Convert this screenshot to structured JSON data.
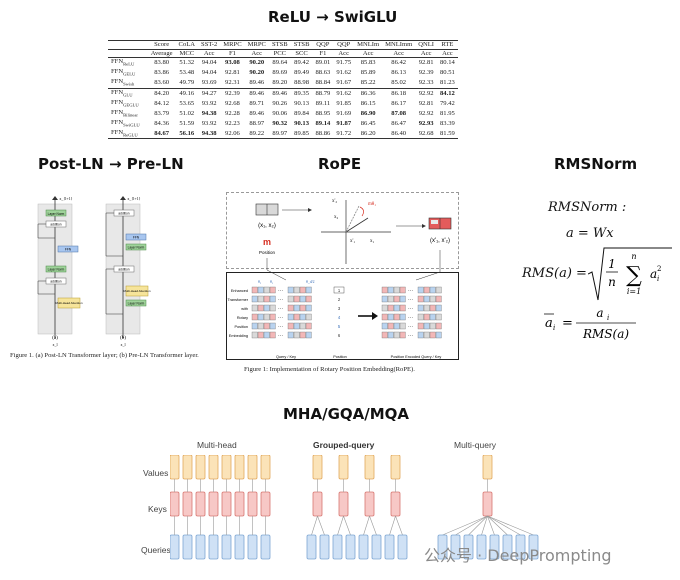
{
  "headers": {
    "relu": "ReLU → SwiGLU",
    "postln": "Post-LN → Pre-LN",
    "rope": "RoPE",
    "rmsnorm": "RMSNorm",
    "mha": "MHA/GQA/MQA"
  },
  "glu_table": {
    "columns": [
      {
        "l1": "",
        "l2": ""
      },
      {
        "l1": "Score",
        "l2": "Average"
      },
      {
        "l1": "CoLA",
        "l2": "MCC"
      },
      {
        "l1": "SST-2",
        "l2": "Acc"
      },
      {
        "l1": "MRPC",
        "l2": "F1"
      },
      {
        "l1": "MRPC",
        "l2": "Acc"
      },
      {
        "l1": "STSB",
        "l2": "PCC"
      },
      {
        "l1": "STSB",
        "l2": "SCC"
      },
      {
        "l1": "QQP",
        "l2": "F1"
      },
      {
        "l1": "QQP",
        "l2": "Acc"
      },
      {
        "l1": "MNLIm",
        "l2": "Acc"
      },
      {
        "l1": "MNLImm",
        "l2": "Acc"
      },
      {
        "l1": "QNLI",
        "l2": "Acc"
      },
      {
        "l1": "RTE",
        "l2": "Acc"
      }
    ],
    "rows": [
      {
        "base": "FFN",
        "sub": "ReLU",
        "cells": [
          "83.80",
          "51.32",
          "94.04",
          "93.08",
          "90.20",
          "89.64",
          "89.42",
          "89.01",
          "91.75",
          "85.83",
          "86.42",
          "92.81",
          "80.14"
        ],
        "bold": [
          3,
          4
        ]
      },
      {
        "base": "FFN",
        "sub": "GELU",
        "cells": [
          "83.86",
          "53.48",
          "94.04",
          "92.81",
          "90.20",
          "89.69",
          "89.49",
          "88.63",
          "91.62",
          "85.89",
          "86.13",
          "92.39",
          "80.51"
        ],
        "bold": [
          4
        ]
      },
      {
        "base": "FFN",
        "sub": "Swish",
        "cells": [
          "83.60",
          "49.79",
          "93.69",
          "92.31",
          "89.46",
          "89.20",
          "88.98",
          "88.84",
          "91.67",
          "85.22",
          "85.02",
          "92.33",
          "81.23"
        ],
        "bold": []
      },
      {
        "base": "FFN",
        "sub": "GLU",
        "cells": [
          "84.20",
          "49.16",
          "94.27",
          "92.39",
          "89.46",
          "89.46",
          "89.35",
          "88.79",
          "91.62",
          "86.36",
          "86.18",
          "92.92",
          "84.12"
        ],
        "bold": [
          12
        ]
      },
      {
        "base": "FFN",
        "sub": "GEGLU",
        "cells": [
          "84.12",
          "53.65",
          "93.92",
          "92.68",
          "89.71",
          "90.26",
          "90.13",
          "89.11",
          "91.85",
          "86.15",
          "86.17",
          "92.81",
          "79.42"
        ],
        "bold": []
      },
      {
        "base": "FFN",
        "sub": "Bilinear",
        "cells": [
          "83.79",
          "51.02",
          "94.38",
          "92.28",
          "89.46",
          "90.06",
          "89.84",
          "88.95",
          "91.69",
          "86.90",
          "87.08",
          "92.92",
          "81.95"
        ],
        "bold": [
          2,
          9,
          10
        ]
      },
      {
        "base": "FFN",
        "sub": "SwiGLU",
        "cells": [
          "84.36",
          "51.59",
          "93.92",
          "92.23",
          "88.97",
          "90.32",
          "90.13",
          "89.14",
          "91.87",
          "86.45",
          "86.47",
          "92.93",
          "83.39"
        ],
        "bold": [
          5,
          6,
          7,
          8,
          11
        ]
      },
      {
        "base": "FFN",
        "sub": "ReGLU",
        "cells": [
          "84.67",
          "56.16",
          "94.38",
          "92.06",
          "89.22",
          "89.97",
          "89.85",
          "88.86",
          "91.72",
          "86.20",
          "86.40",
          "92.68",
          "81.59"
        ],
        "bold": [
          0,
          1,
          2
        ]
      }
    ]
  },
  "postln": {
    "caption": "Figure 1. (a) Post-LN Transformer layer; (b) Pre-LN Transformer layer.",
    "label_a": "(a)",
    "label_b": "(b)",
    "x_top": "x_{l+1}",
    "x_bottom": "x_l",
    "post": {
      "norm_top": "Layer Norm",
      "add_top": "addition",
      "ffn": "FFN",
      "norm_mid": "Layer Norm",
      "add_mid": "addition",
      "attn": "Multi-Head Attention"
    },
    "pre": {
      "add_top": "addition",
      "ffn": "FFN",
      "norm_mid": "Layer Norm",
      "add_mid": "addition",
      "attn": "Multi-Head Attention",
      "norm_bot": "Layer Norm"
    }
  },
  "rope": {
    "caption": "Figure 1: Implementation of Rotary Position Embedding(RoPE).",
    "query_key_label": "(x₁, x₂)",
    "query_key_rot_label": "(x'₁, x'₂)",
    "m_label": "m",
    "position_word": "Position",
    "axis_x1": "x₁",
    "axis_x2": "x₂",
    "axis_x1p": "x'₁",
    "axis_x2p": "x'₂",
    "theta_label": "mθ₁",
    "words": [
      "Enhanced",
      "Transformer",
      "with",
      "Rotary",
      "Position",
      "Embedding"
    ],
    "positions": [
      "1",
      "2",
      "3",
      "4",
      "5",
      "6"
    ],
    "bottom_labels": {
      "qk": "Query / Key",
      "pos": "Position",
      "enc": "Position Encoded Query / Key"
    },
    "top_dims": [
      "θ₁",
      "θ₂",
      "θ_d/2"
    ]
  },
  "rmsnorm": {
    "line1": "RMSNorm :",
    "line2": "a = Wx",
    "rms_lhs": "RMS(a) =",
    "rms_frac_num": "1",
    "rms_frac_den": "n",
    "sum_top": "n",
    "sum_bot": "i=1",
    "sum_term": "a",
    "sum_term_sub": "i",
    "sum_term_sup": "2",
    "norm_lhs": "a",
    "norm_lhs_sub": "i",
    "norm_num": "a",
    "norm_num_sub": "i",
    "norm_den": "RMS(a)"
  },
  "mha": {
    "titles": {
      "mh": "Multi-head",
      "gq": "Grouped-query",
      "mq": "Multi-query"
    },
    "rows": {
      "values": "Values",
      "keys": "Keys",
      "queries": "Queries"
    },
    "colors": {
      "values_fill": "#fbe3b8",
      "values_stroke": "#e1a85c",
      "keys_fill": "#f7c8c6",
      "keys_stroke": "#d77771",
      "queries_fill": "#cfe1f5",
      "queries_stroke": "#7ea6d3"
    }
  },
  "watermark": "公众号 · DeepPrompting"
}
